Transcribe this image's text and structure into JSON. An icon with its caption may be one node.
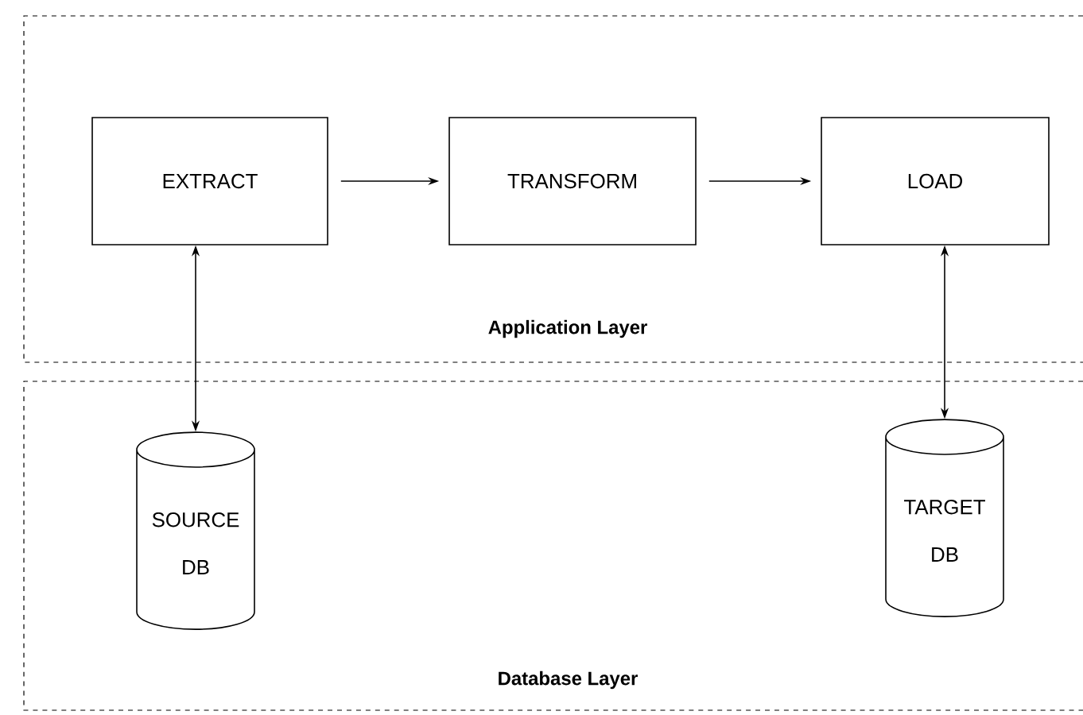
{
  "diagram": {
    "nodes": [
      {
        "text": [
          "Application Layer"
        ]
      },
      {
        "text": [
          "EXTRACT"
        ],
        "in": 0
      },
      {
        "text": [
          "TRANSFORM"
        ],
        "in": 0
      },
      {
        "text": [
          "LOAD"
        ],
        "in": 0
      },
      {
        "text": [
          "Database Layer"
        ]
      },
      {
        "text": [
          "SOURCE DB"
        ],
        "in": 4
      },
      {
        "text": [
          "TARGET DB"
        ],
        "in": 4
      }
    ],
    "edges": [
      {
        "from": 1,
        "to": 2,
        "arrow": "to"
      },
      {
        "from": 2,
        "to": 3,
        "arrow": "to"
      },
      {
        "from": 1,
        "to": 5,
        "arrow": "both"
      },
      {
        "from": 3,
        "to": 6,
        "arrow": "both"
      }
    ]
  }
}
